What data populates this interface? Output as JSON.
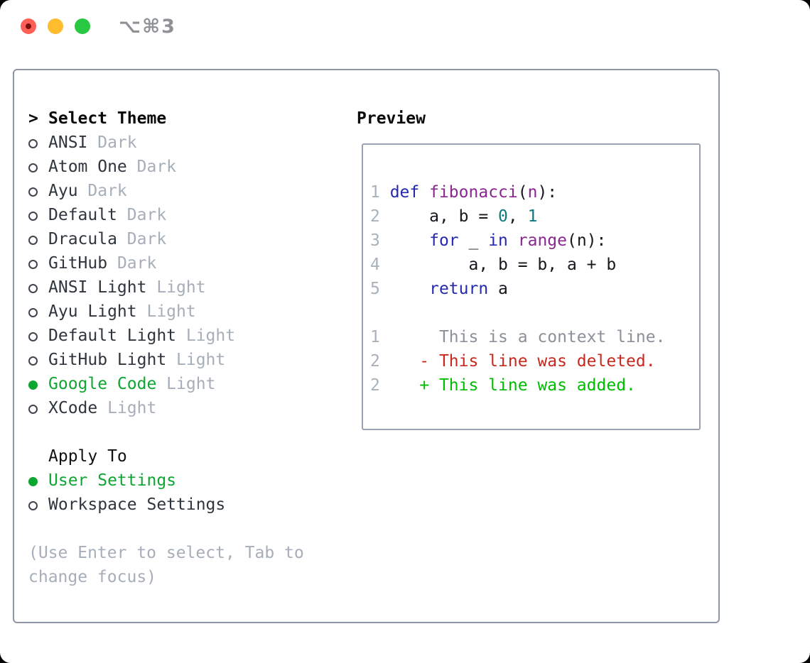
{
  "window": {
    "title": "⌥⌘3"
  },
  "colors": {
    "selection_green": "#0ea632",
    "diff_added_green": "#00bd00",
    "diff_deleted_red": "#c8281e",
    "context_gray": "#8b9199",
    "muted_gray": "#a6aeb9",
    "line_number_gray": "#a8b1bc",
    "keyword_blue": "#2429ad",
    "function_purple": "#8a2690",
    "literal_teal": "#0e7a7e",
    "panel_border": "#8d96a4",
    "traffic_red": "#ff5f57",
    "traffic_yellow": "#febc2e",
    "traffic_green": "#28c840"
  },
  "theme_selector": {
    "header": {
      "prefix": ">",
      "label": "Select Theme"
    },
    "themes": [
      {
        "name": "ANSI",
        "variant": "Dark",
        "selected": false
      },
      {
        "name": "Atom One",
        "variant": "Dark",
        "selected": false
      },
      {
        "name": "Ayu",
        "variant": "Dark",
        "selected": false
      },
      {
        "name": "Default",
        "variant": "Dark",
        "selected": false
      },
      {
        "name": "Dracula",
        "variant": "Dark",
        "selected": false
      },
      {
        "name": "GitHub",
        "variant": "Dark",
        "selected": false
      },
      {
        "name": "ANSI Light",
        "variant": "Light",
        "selected": false
      },
      {
        "name": "Ayu Light",
        "variant": "Light",
        "selected": false
      },
      {
        "name": "Default Light",
        "variant": "Light",
        "selected": false
      },
      {
        "name": "GitHub Light",
        "variant": "Light",
        "selected": false
      },
      {
        "name": "Google Code",
        "variant": "Light",
        "selected": true
      },
      {
        "name": "XCode",
        "variant": "Light",
        "selected": false
      }
    ],
    "apply_to": {
      "label": "Apply To",
      "options": [
        {
          "name": "User Settings",
          "selected": true
        },
        {
          "name": "Workspace Settings",
          "selected": false
        }
      ]
    },
    "hint": "(Use Enter to select, Tab to change focus)"
  },
  "preview": {
    "label": "Preview",
    "code_lines": [
      {
        "no": "1",
        "tokens": [
          [
            "kw",
            "def"
          ],
          [
            "pl",
            " "
          ],
          [
            "fn",
            "fibonacci"
          ],
          [
            "pl",
            "("
          ],
          [
            "fn",
            "n"
          ],
          [
            "pl",
            "):"
          ]
        ]
      },
      {
        "no": "2",
        "tokens": [
          [
            "pl",
            "    a, b = "
          ],
          [
            "num",
            "0"
          ],
          [
            "pl",
            ", "
          ],
          [
            "num",
            "1"
          ]
        ]
      },
      {
        "no": "3",
        "tokens": [
          [
            "pl",
            "    "
          ],
          [
            "kw",
            "for"
          ],
          [
            "pl",
            " _ "
          ],
          [
            "kw",
            "in"
          ],
          [
            "pl",
            " "
          ],
          [
            "fn",
            "range"
          ],
          [
            "pl",
            "(n):"
          ]
        ]
      },
      {
        "no": "4",
        "tokens": [
          [
            "pl",
            "        a, b = b, a + b"
          ]
        ]
      },
      {
        "no": "5",
        "tokens": [
          [
            "pl",
            "    "
          ],
          [
            "kw",
            "return"
          ],
          [
            "pl",
            " a"
          ]
        ]
      }
    ],
    "diff_lines": [
      {
        "no": "1",
        "tokens": [
          [
            "ctx",
            "     This is a context line."
          ]
        ]
      },
      {
        "no": "2",
        "tokens": [
          [
            "pl",
            "   "
          ],
          [
            "del",
            "- This line was deleted."
          ]
        ]
      },
      {
        "no": "2",
        "tokens": [
          [
            "pl",
            "   "
          ],
          [
            "add",
            "+ This line was added."
          ]
        ]
      }
    ]
  }
}
